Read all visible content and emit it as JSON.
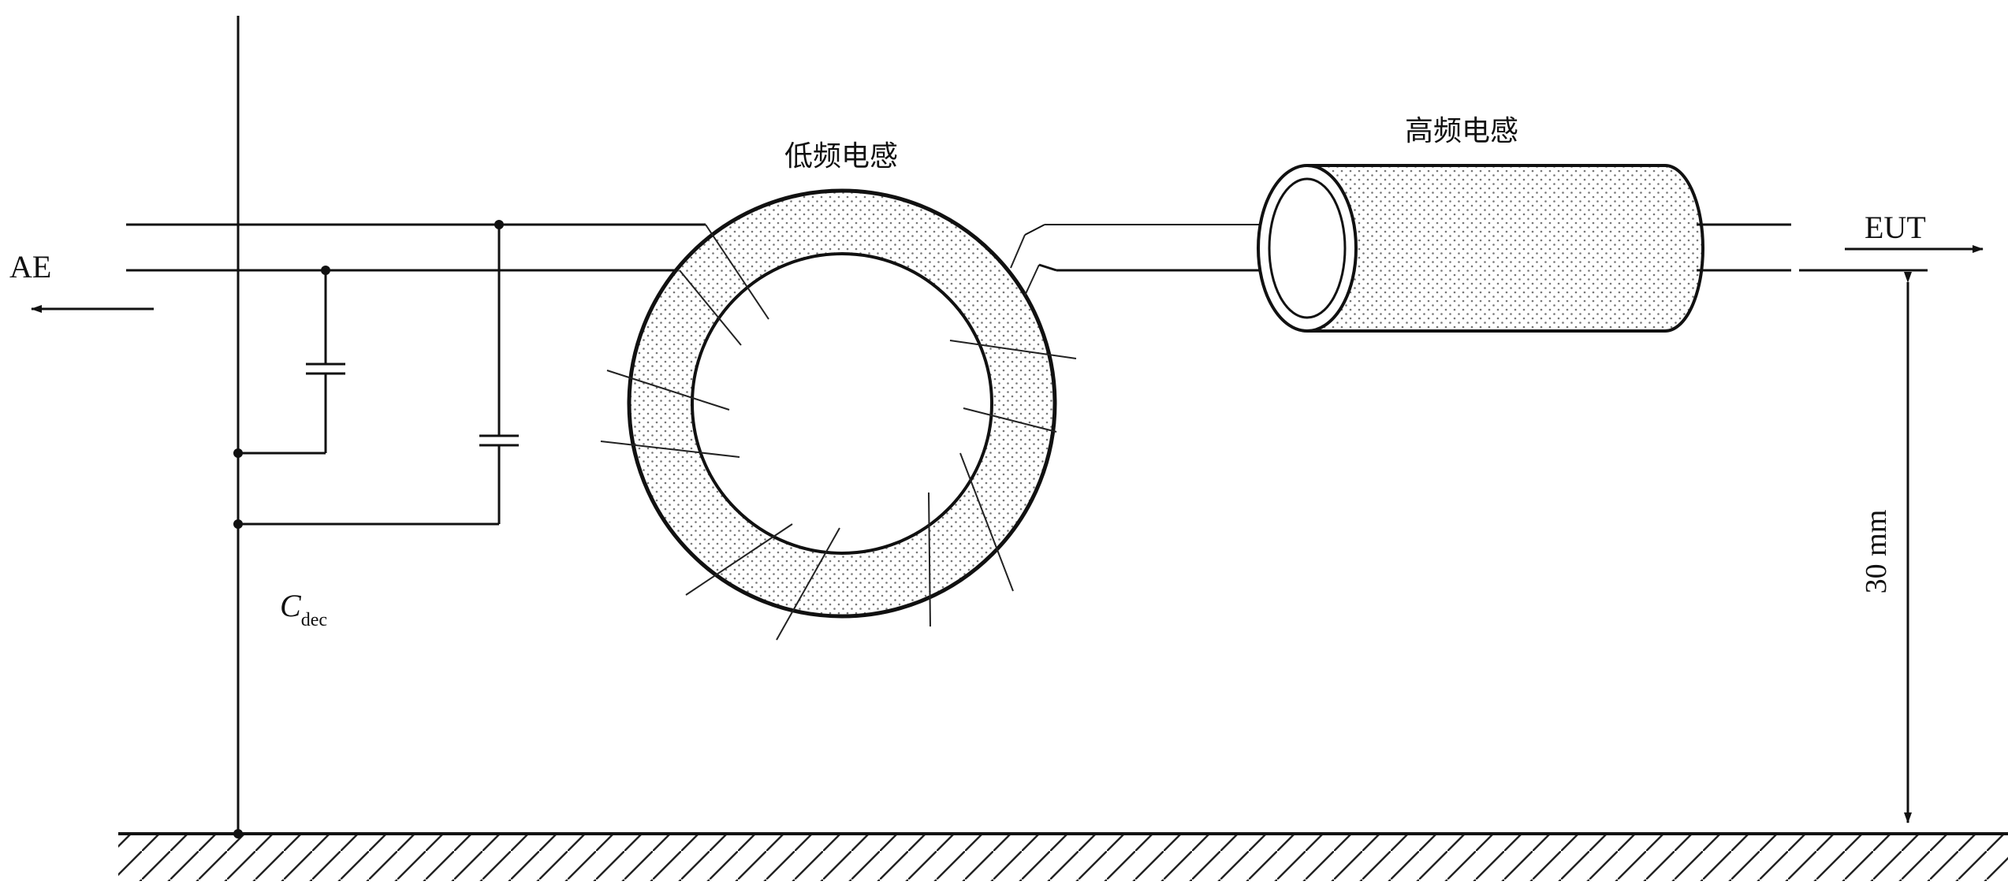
{
  "labels": {
    "ae": "AE",
    "eut": "EUT",
    "low_freq_inductor": "低频电感",
    "high_freq_inductor": "高频电感",
    "cdec_main": "C",
    "cdec_sub": "dec",
    "height": "30 mm"
  },
  "colors": {
    "line": "#111111",
    "dot": "#8a8a8a",
    "background": "#ffffff"
  }
}
